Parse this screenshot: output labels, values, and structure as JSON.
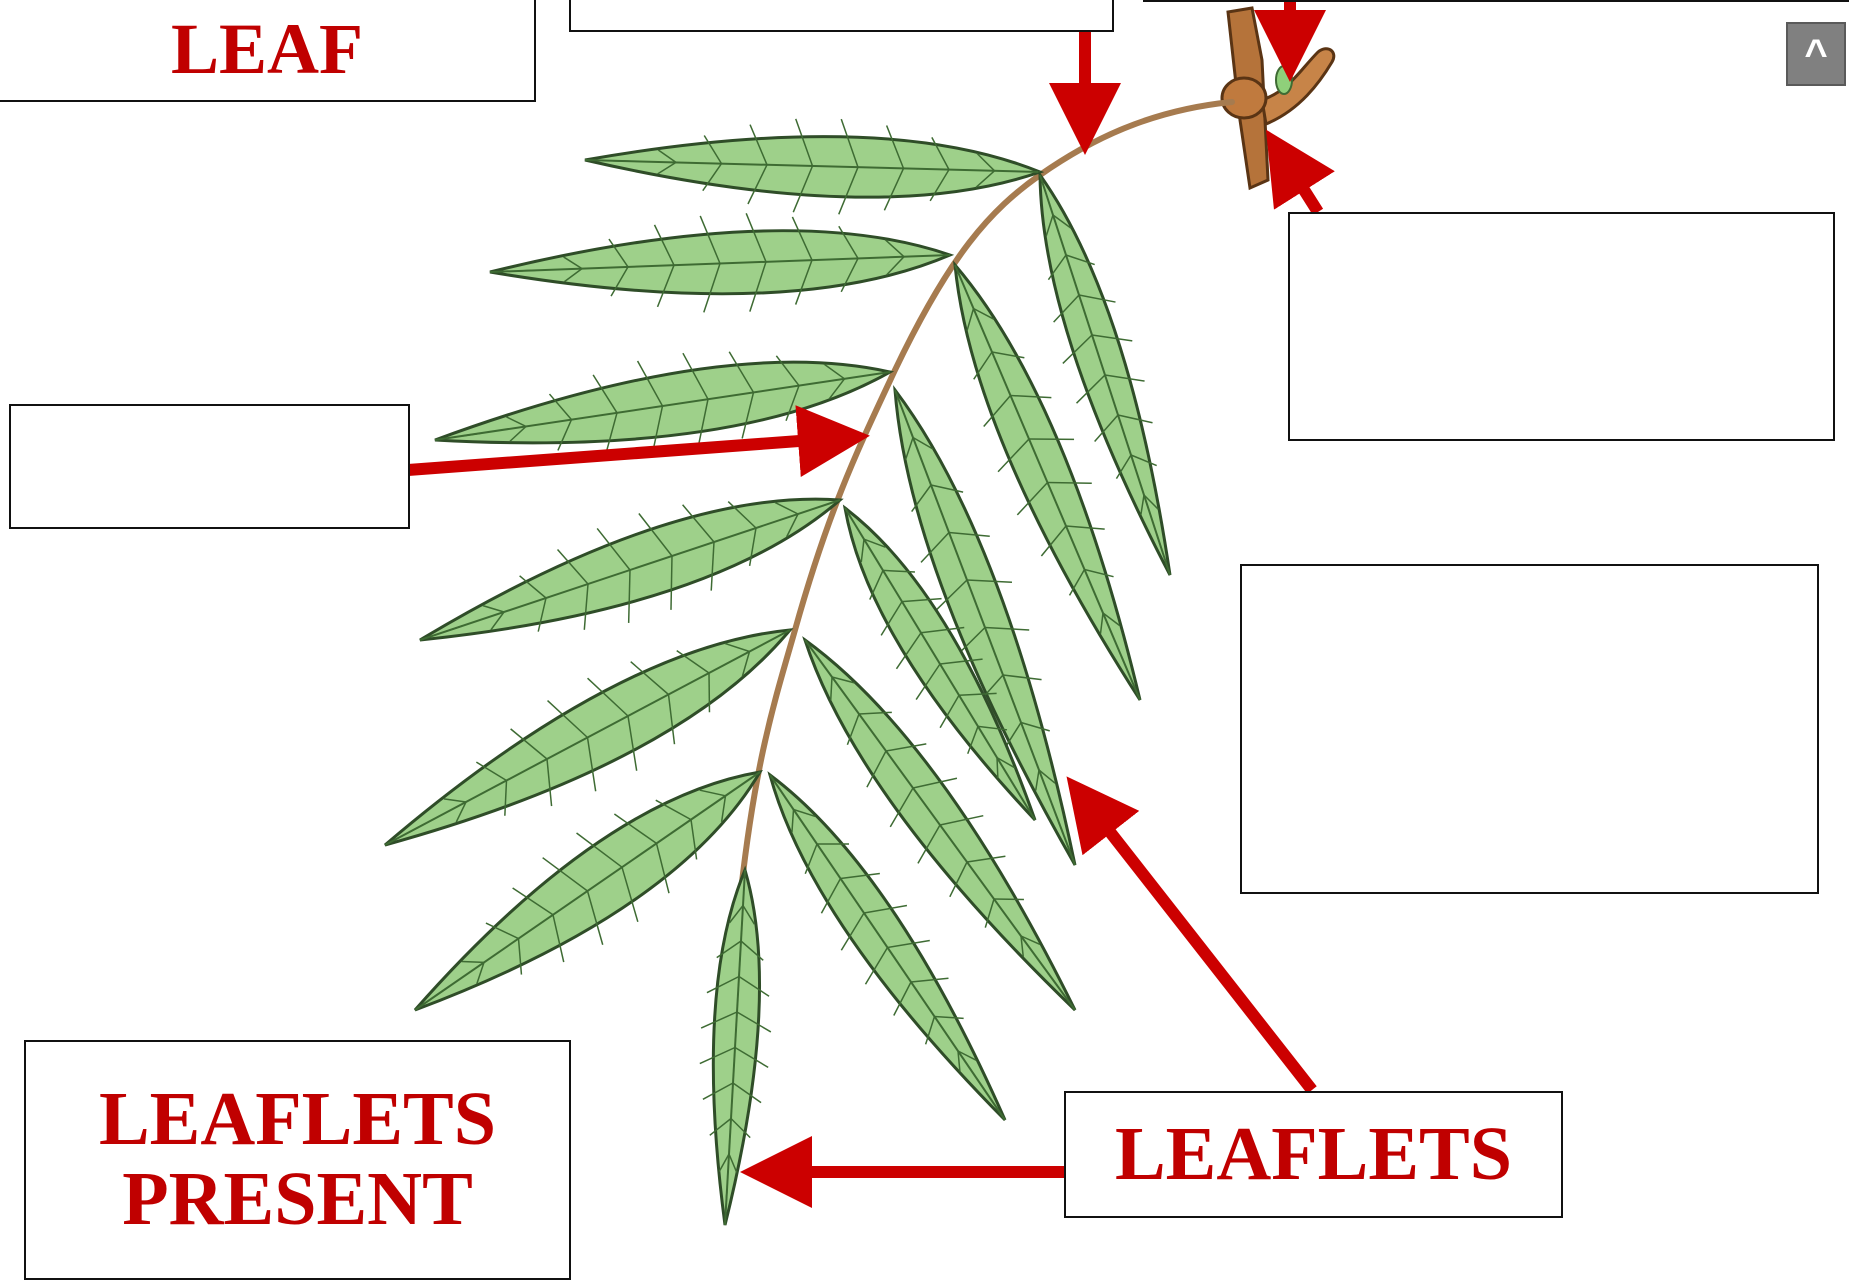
{
  "labels": {
    "leaf": "LEAF",
    "leaflets_present_line1": "LEAFLETS",
    "leaflets_present_line2": "PRESENT",
    "leaflets": "LEAFLETS",
    "blank_top": "",
    "blank_left": "",
    "blank_right_upper": "",
    "blank_right_lower": ""
  },
  "nav_button": {
    "label": "^",
    "icon": "caret-up-icon"
  },
  "colors": {
    "label_text": "#c00000",
    "arrow": "#cc0000",
    "leaflet_fill": "#9ed08a",
    "leaflet_vein": "#3e6b33",
    "rachis": "#a67b4f",
    "twig": "#b5733a"
  }
}
